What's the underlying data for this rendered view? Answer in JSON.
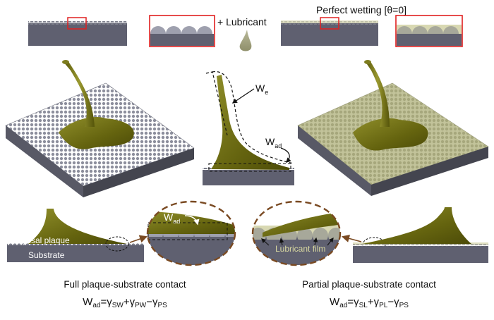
{
  "top_row": {
    "lubricant_label": "+ Lubricant",
    "wetting_label": "Perfect wetting [θ=0]"
  },
  "middle_row": {
    "we_label": "W",
    "we_sub": "e",
    "wad_label": "W",
    "wad_sub": "ad"
  },
  "bottom_row": {
    "byssal_label": "Byssal plaque",
    "substrate_label": "Substrate",
    "zoom_w_label": "W",
    "zoom_w_sub": "ad",
    "lubricant_film_label": "Lubricant film"
  },
  "captions": {
    "left_title": "Full plaque-substrate contact",
    "right_title": "Partial plaque-substrate contact",
    "left_eq": {
      "lhs": "W",
      "lhs_sub": "ad",
      "eq": "=",
      "t1": "γ",
      "t1_sub": "SW",
      "op1": "+",
      "t2": "γ",
      "t2_sub": "PW",
      "op2": "−",
      "t3": "γ",
      "t3_sub": "PS"
    },
    "right_eq": {
      "lhs": "W",
      "lhs_sub": "ad",
      "eq": "=",
      "t1": "γ",
      "t1_sub": "SL",
      "op1": "+",
      "t2": "γ",
      "t2_sub": "PL",
      "op2": "−",
      "t3": "γ",
      "t3_sub": "PS"
    }
  },
  "colors": {
    "substrate": "#5f6070",
    "substrate_dark": "#474852",
    "bead": "#9ea0ae",
    "plaque": "#6b6a12",
    "plaque_light": "#8f8e2a",
    "lubricant": "#d8d8b2",
    "highlight_box": "#e02020",
    "zoom_circle": "#7a4a22"
  }
}
